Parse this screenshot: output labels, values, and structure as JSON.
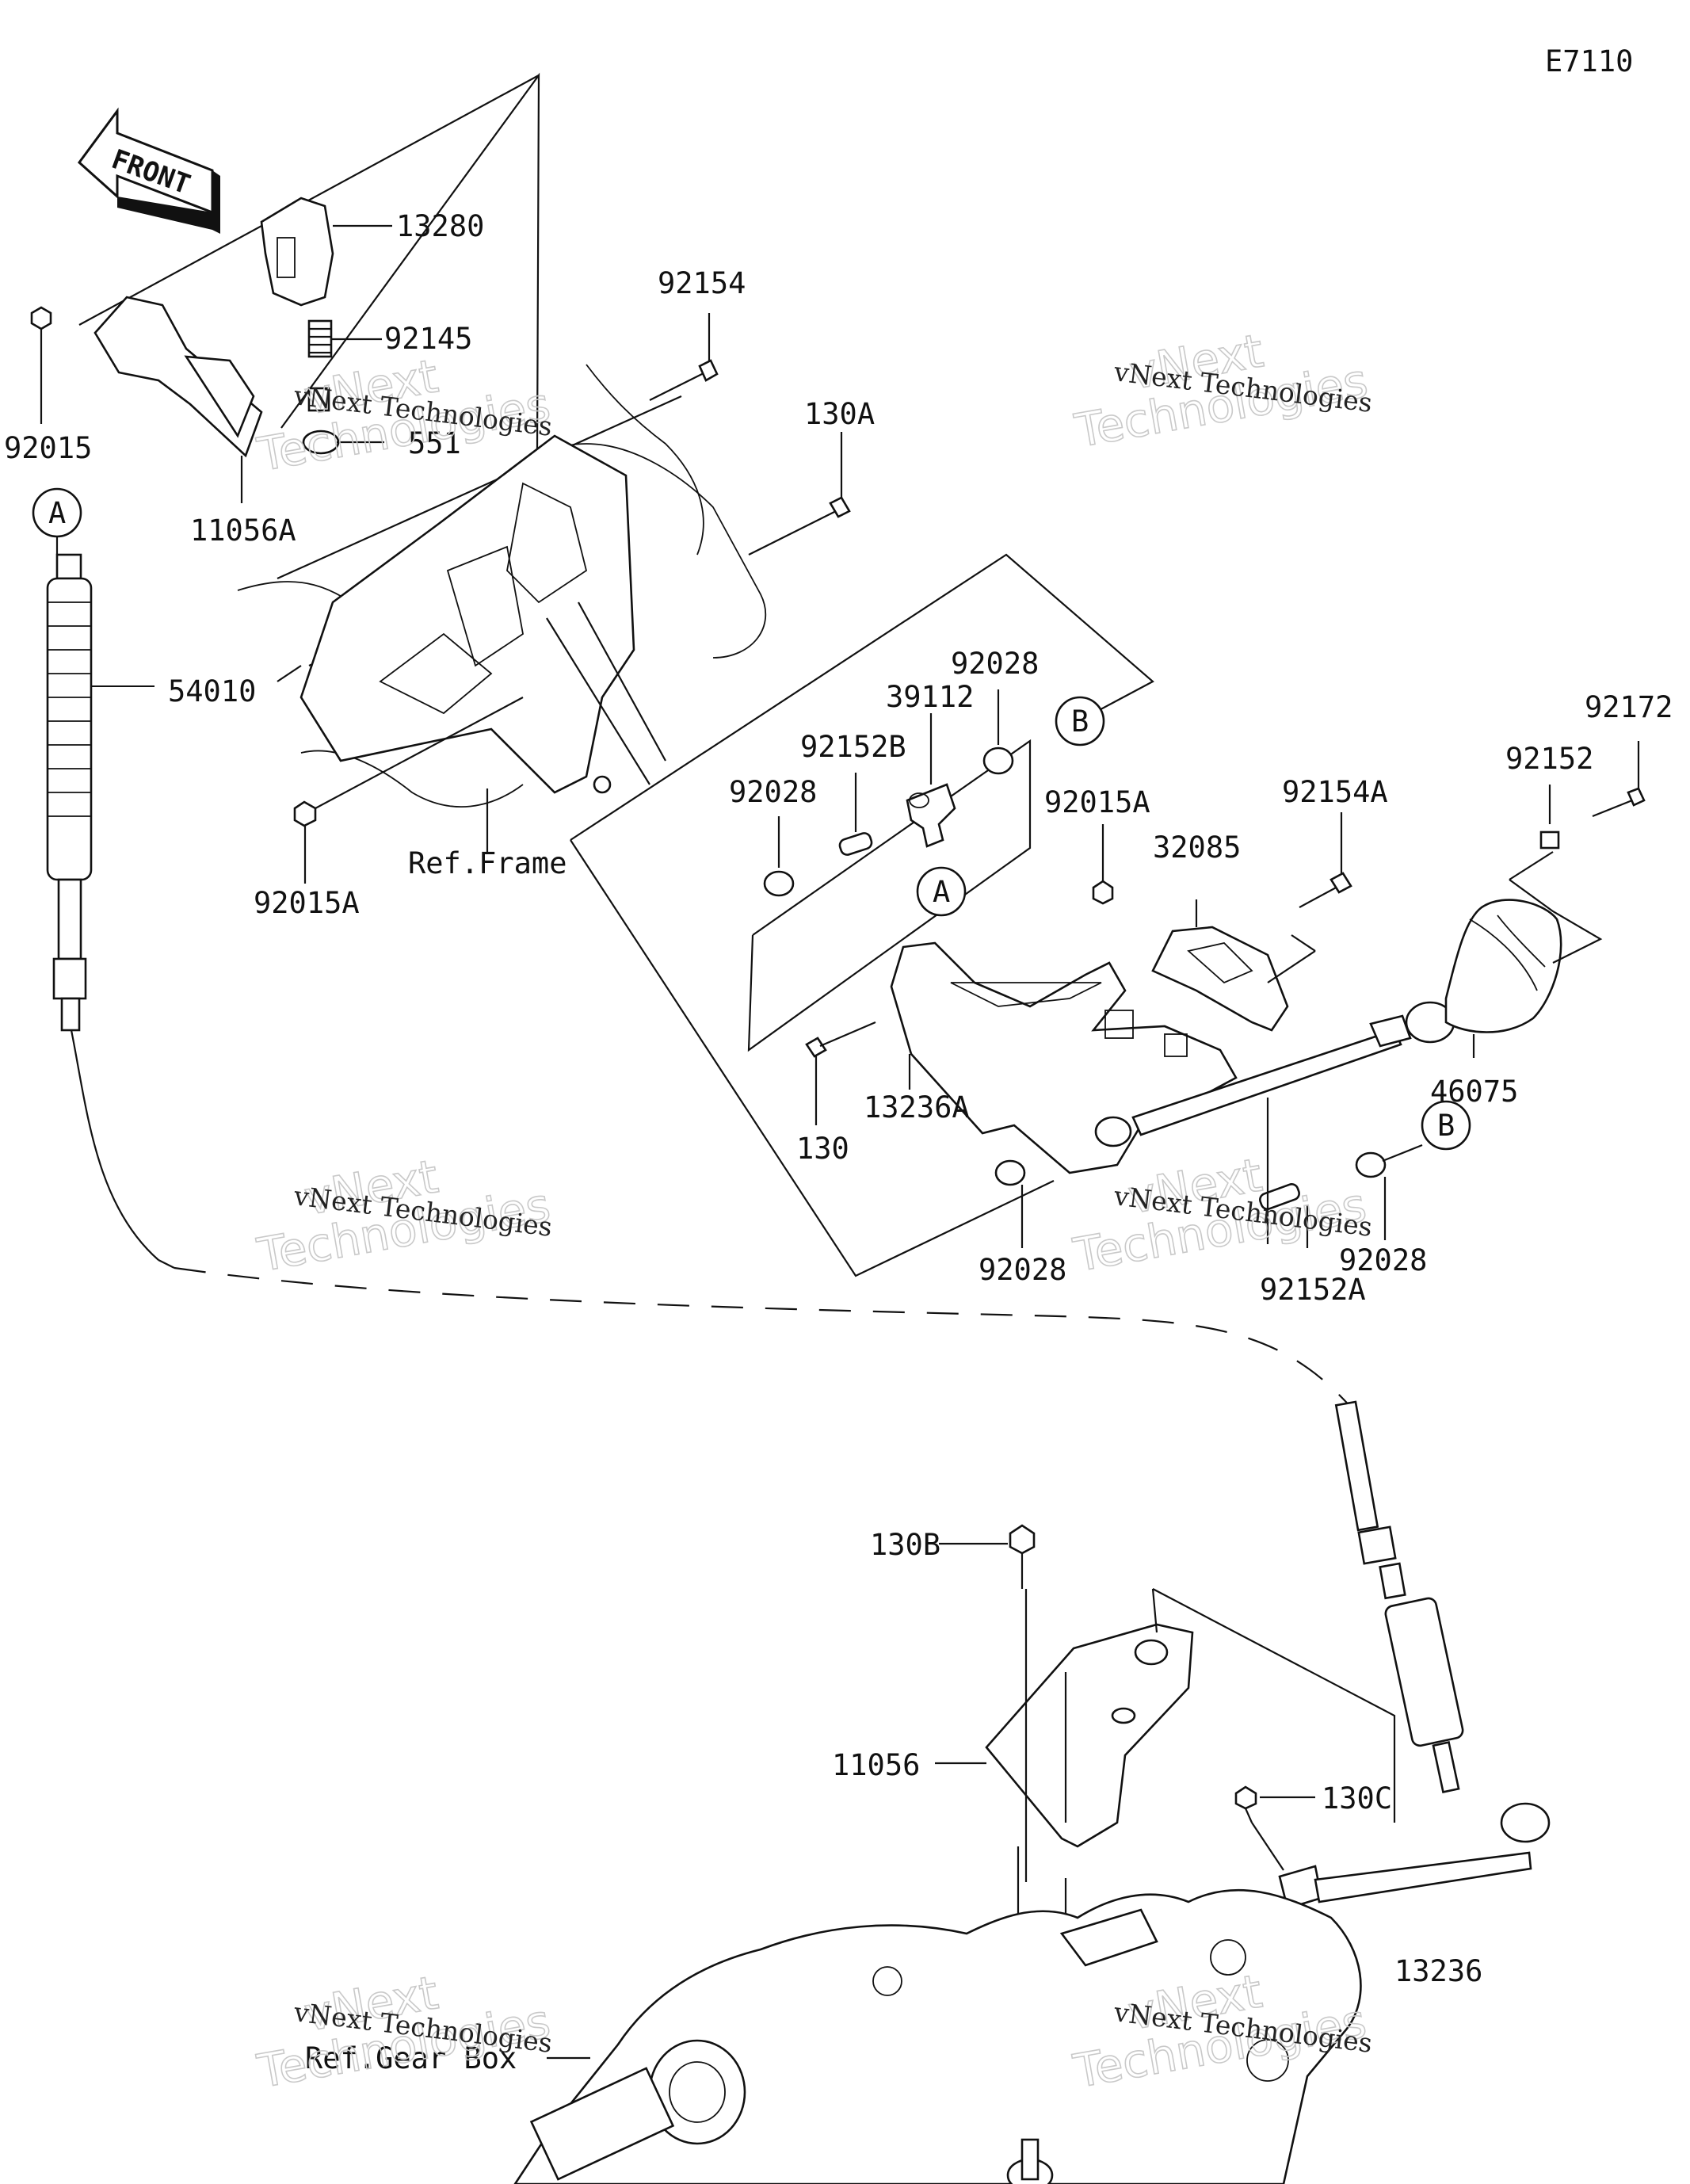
{
  "diagram": {
    "page_code": "E7110",
    "front_label": "FRONT",
    "callouts": {
      "a_circle": "A",
      "b_circle": "B"
    },
    "parts": {
      "p13280": "13280",
      "p92145": "92145",
      "p92015": "92015",
      "p551": "551",
      "p11056A": "11056A",
      "p92154": "92154",
      "p130A": "130A",
      "p54010": "54010",
      "p92015A": "92015A",
      "pRefFrame": "Ref.Frame",
      "p39112": "39112",
      "p92028_top": "92028",
      "p92152B": "92152B",
      "p92028_left": "92028",
      "p92015A_mid": "92015A",
      "p92154A": "92154A",
      "p32085": "32085",
      "p92152": "92152",
      "p92172": "92172",
      "p130": "130",
      "p13236A": "13236A",
      "p46075": "46075",
      "p92028_bottom": "92028",
      "p92152A": "92152A",
      "p92028_right": "92028",
      "p130B": "130B",
      "p11056": "11056",
      "p130C": "130C",
      "p13236": "13236",
      "pRefGearBox": "Ref.Gear Box"
    },
    "watermark": {
      "line1": "vNext Technologies",
      "big1": "vNext",
      "big2": "Technologies"
    },
    "colors": {
      "ink": "#111111",
      "watermark": "#c9c9c9",
      "background": "#ffffff"
    }
  }
}
